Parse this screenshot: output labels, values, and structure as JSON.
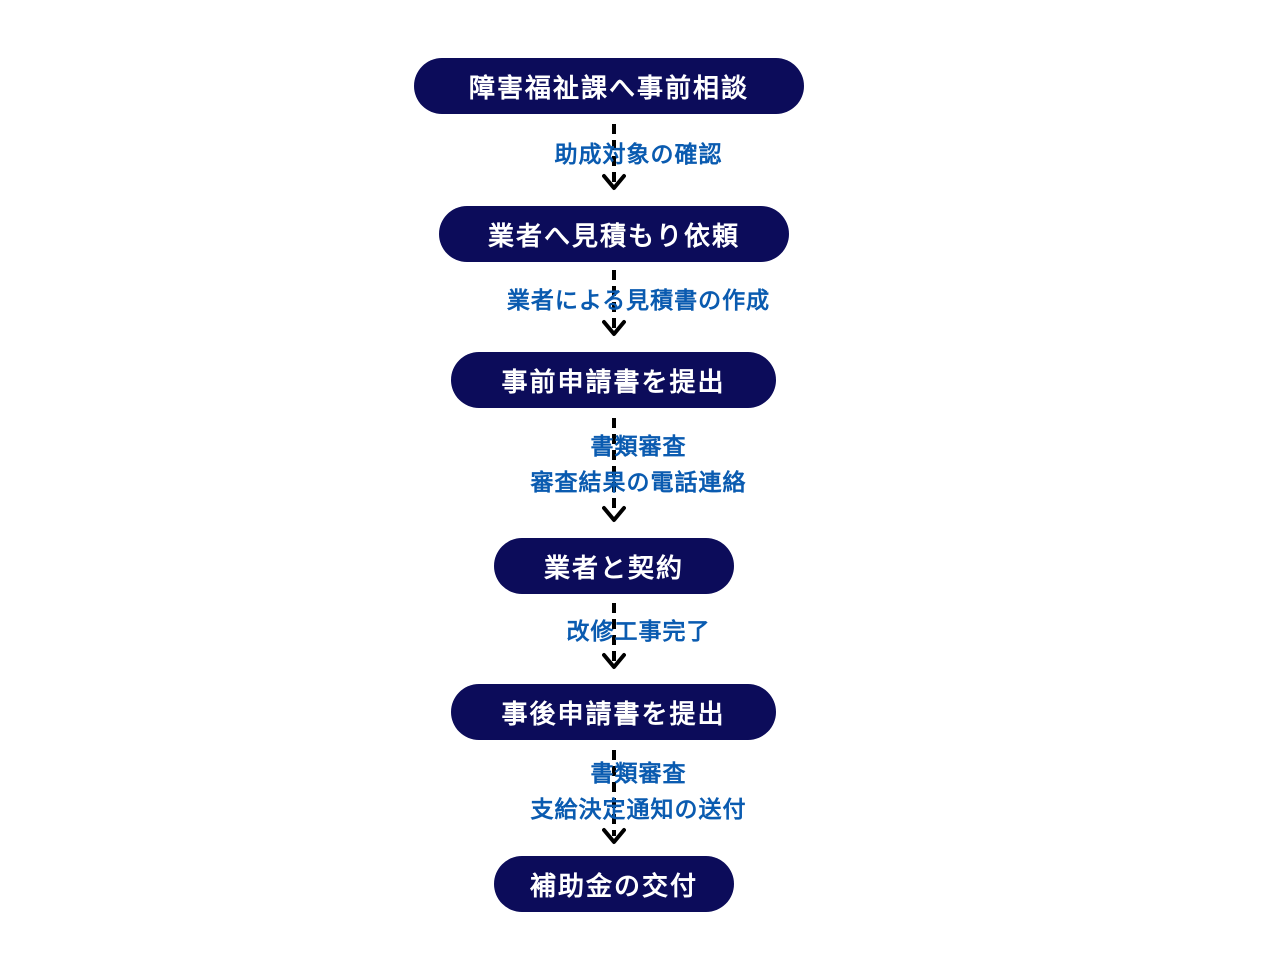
{
  "steps": [
    "障害福祉課へ事前相談",
    "業者へ見積もり依頼",
    "事前申請書を提出",
    "業者と契約",
    "事後申請書を提出",
    "補助金の交付"
  ],
  "notes": [
    [
      "助成対象の確認"
    ],
    [
      "業者による見積書の作成"
    ],
    [
      "書類審査",
      "審査結果の電話連絡"
    ],
    [
      "改修工事完了"
    ],
    [
      "書類審査",
      "支給決定通知の送付"
    ]
  ],
  "colors": {
    "step_fill": "#0c0c5a",
    "step_text": "#ffffff",
    "note_text": "#0a5bb0",
    "arrow": "#000000"
  }
}
